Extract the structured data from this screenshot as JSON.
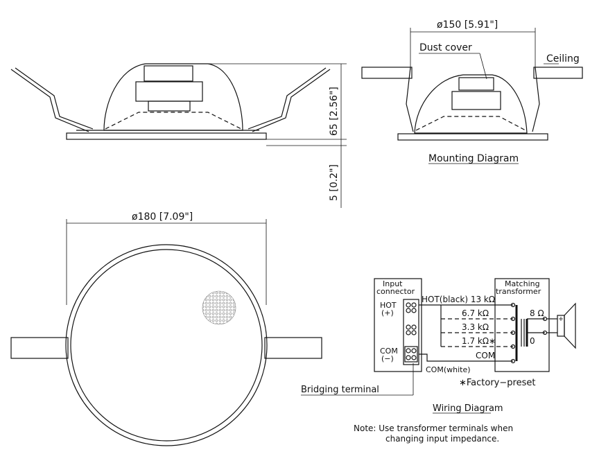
{
  "dimensions": {
    "top_diameter": "ø150 [5.91\"]",
    "height": "65 [2.56\"]",
    "thickness": "5 [0.2\"]",
    "front_diameter": "ø180 [7.09\"]"
  },
  "mounting": {
    "dust_cover": "Dust cover",
    "ceiling": "Ceiling",
    "caption": "Mounting Diagram"
  },
  "wiring": {
    "input_connector": [
      "Input",
      "connector"
    ],
    "matching_transformer": [
      "Matching",
      "transformer"
    ],
    "hot": [
      "HOT",
      "(+)"
    ],
    "com": [
      "COM",
      "(−)"
    ],
    "taps": [
      "HOT(black) 13 kΩ",
      "6.7 kΩ",
      "3.3 kΩ",
      "1.7 kΩ∗"
    ],
    "com_tap": "COM",
    "com_white": "COM(white)",
    "out_8": "8 Ω",
    "out_0": "0",
    "factory_preset": "∗Factory−preset",
    "bridging_terminal": "Bridging terminal",
    "caption": "Wiring Diagram"
  },
  "note": [
    "Note: Use transformer terminals when",
    "changing input impedance."
  ]
}
